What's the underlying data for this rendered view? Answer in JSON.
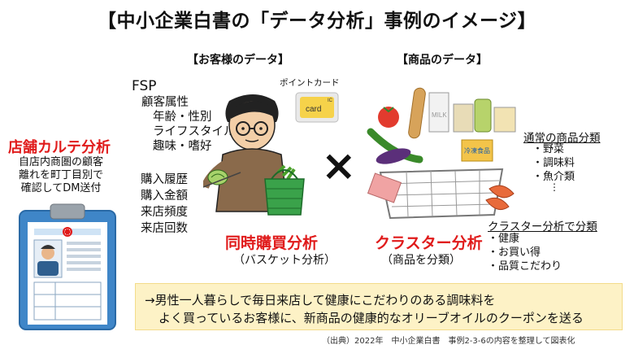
{
  "title": "【中小企業白書の「データ分析」事例のイメージ】",
  "customer_section": "【お客様のデータ】",
  "product_section": "【商品のデータ】",
  "fsp": "FSP",
  "attributes": {
    "heading": "顧客属性",
    "items": [
      "年齢・性別",
      "ライフスタイル",
      "趣味・嗜好"
    ]
  },
  "purchase_items": [
    "購入履歴",
    "購入金額",
    "来店頻度",
    "来店回数"
  ],
  "point_card": {
    "label": "ポイントカード",
    "card_text": "card",
    "ic_text": "IC"
  },
  "karte": {
    "title": "店舗カルテ分析",
    "desc": [
      "自店内商圏の顧客",
      "離れを町丁目別で",
      "確認してDM送付"
    ]
  },
  "cross": "×",
  "grocery_labels": {
    "milk": "MILK",
    "frozen": "冷凍食品"
  },
  "basket_analysis": {
    "title": "同時購買分析",
    "sub": "（バスケット分析）"
  },
  "cluster_analysis": {
    "title": "クラスター分析",
    "sub": "（商品を分類）"
  },
  "normal_class": {
    "title": "通常の商品分類",
    "items": [
      "・野菜",
      "・調味料",
      "・魚介類"
    ],
    "dots": "⋮"
  },
  "cluster_class": {
    "title": "クラスター分析で分類",
    "items": [
      "・健康",
      "・お買い得",
      "・品質こだわり"
    ]
  },
  "note": {
    "line1": "→男性一人暮らしで毎日来店して健康にこだわりのある調味料を",
    "line2": "よく買っているお客様に、新商品の健康的なオリーブオイルのクーポンを送る"
  },
  "source": "（出典）2022年　中小企業白書　事例2-3-6の内容を整理して図表化",
  "colors": {
    "accent_red": "#e01b1b",
    "note_bg": "#fdf2c6",
    "card_yellow": "#f6d24a",
    "clipboard_blue": "#3f86c8"
  }
}
